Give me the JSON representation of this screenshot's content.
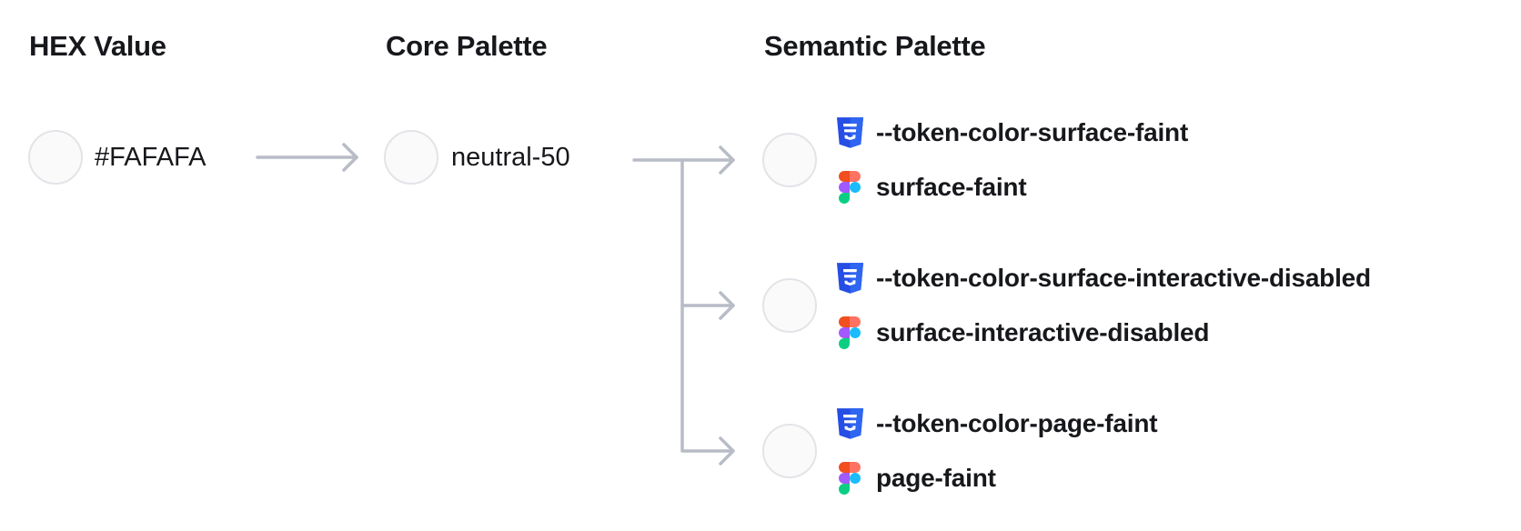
{
  "hex_column": {
    "header": "HEX Value",
    "value": "#FAFAFA",
    "swatch_color": "#FAFAFA"
  },
  "core_column": {
    "header": "Core Palette",
    "value": "neutral-50",
    "swatch_color": "#FAFAFA"
  },
  "semantic_column": {
    "header": "Semantic Palette",
    "items": [
      {
        "swatch_color": "#FAFAFA",
        "css_token": "--token-color-surface-faint",
        "figma_name": "surface-faint"
      },
      {
        "swatch_color": "#FAFAFA",
        "css_token": "--token-color-surface-interactive-disabled",
        "figma_name": "surface-interactive-disabled"
      },
      {
        "swatch_color": "#FAFAFA",
        "css_token": "--token-color-page-faint",
        "figma_name": "page-faint"
      }
    ]
  },
  "icons": {
    "css_icon": "css3-shield",
    "figma_icon": "figma-logo"
  },
  "colors": {
    "text": "#17181C",
    "swatch_fill": "#FAFAFA",
    "swatch_border": "#E3E4E8",
    "connector": "#B8BCC6",
    "css_blue_dark": "#264DE4",
    "css_blue_light": "#2E65F1",
    "figma_orange": "#F24E1E",
    "figma_salmon": "#FF7262",
    "figma_purple": "#A259FF",
    "figma_blue": "#1ABCFE",
    "figma_green": "#0ACF83"
  }
}
